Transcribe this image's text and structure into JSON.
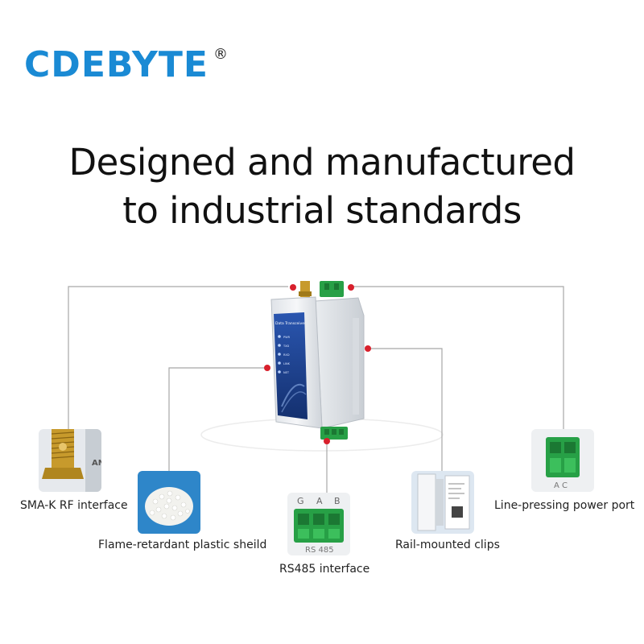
{
  "brand": {
    "name": "CDEBYTE",
    "reg": "®"
  },
  "headline": {
    "line1": "Designed and manufactured",
    "line2": "to industrial standards"
  },
  "device": {
    "face_title": "Data Transceiver",
    "leds": [
      "PWR",
      "TXD",
      "RXD",
      "LINK",
      "NET"
    ]
  },
  "features": {
    "sma": "SMA-K RF interface",
    "plastic": "Flame-retardant plastic sheild",
    "rs485": "RS485 interface",
    "rail": "Rail-mounted clips",
    "power": "Line-pressing power port"
  },
  "rs485_terminal": {
    "pins": [
      "G",
      "A",
      "B"
    ],
    "caption": "RS 485"
  },
  "power_terminal": {
    "pins": "A C"
  },
  "sma_thumb_text": "AN",
  "colors": {
    "brand": "#1a8ad4",
    "callout_dot": "#d8202c",
    "terminal": "#27a046",
    "face": "#1c3f8f"
  }
}
